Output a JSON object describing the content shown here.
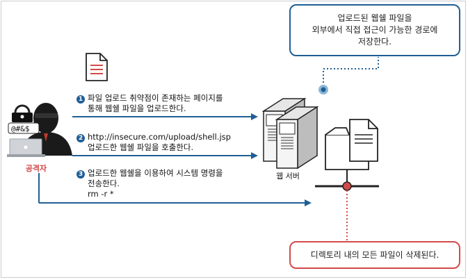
{
  "callouts": {
    "top_lines": [
      "업로드된 웹쉘 파일을",
      "외부에서 직접 접근이 가능한 경로에",
      "저장한다."
    ],
    "bottom": "디렉토리 내의 모든 파일이 삭제된다."
  },
  "steps": [
    {
      "num": "1",
      "lines": [
        "파일 업로드 취약점이 존재하는 페이지를",
        "통해 웹쉘 파일을 업로드한다."
      ]
    },
    {
      "num": "2",
      "lines": [
        "http://insecure.com/upload/shell.jsp",
        "업로드한 웹쉘 파일을 호출한다."
      ]
    },
    {
      "num": "3",
      "lines": [
        "업로드한 웹쉘을 이용하여 시스템 명령을",
        "전송한다.",
        "rm -r *"
      ]
    }
  ],
  "attacker": {
    "label": "공격자",
    "speech": "@#&$"
  },
  "server": {
    "label": "웹 서버"
  },
  "colors": {
    "blue": "#1f5f95",
    "red": "#d24a48",
    "dark": "#1a1a1a"
  }
}
